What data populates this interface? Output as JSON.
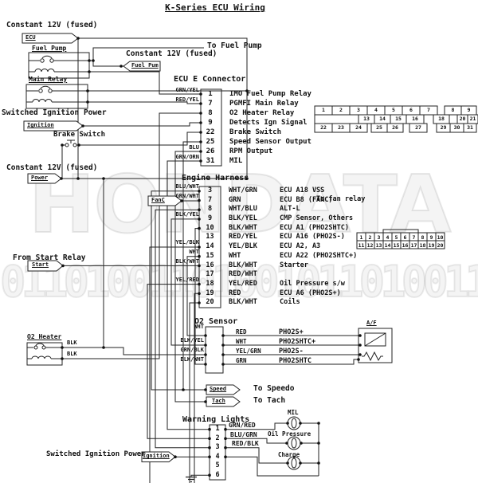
{
  "title": "K-Series ECU Wiring",
  "watermark": {
    "text": "HONDATA",
    "code": "0110100110100101101001101001"
  },
  "labels": {
    "constant12v": "Constant 12V (fused)",
    "switched_ignition": "Switched Ignition Power",
    "from_start_relay": "From Start Relay",
    "brake_switch": "Brake Switch",
    "to_fuel_pump": "To Fuel Pump",
    "to_fan_relay": "To fan relay",
    "to_speedo": "To Speedo",
    "to_tach": "To Tach",
    "fuel_pump_relay": "Fuel Pump",
    "main_relay": "Main Relay",
    "o2_heater_relay": "O2 Heater",
    "blk": "BLK",
    "af_sensor": "A/F",
    "mil_lamp": "MIL",
    "oil_pressure_lamp": "Oil Pressure",
    "charge_lamp": "Charge"
  },
  "tags": {
    "ecu": "ECU",
    "fuel_pump": "Fuel Pum",
    "ignition": "Ignition",
    "power": "Power",
    "start": "Start",
    "fanc": "FanC",
    "speed": "Speed",
    "tach": "Tach",
    "ignition2": "Ignition"
  },
  "sections": {
    "ecu_e": {
      "header": "ECU E Connector",
      "pins": [
        {
          "num": "1",
          "wire": "GRN/YEL",
          "label": "IMO Fuel Pump Relay"
        },
        {
          "num": "7",
          "wire": "RED/YEL",
          "label": "PGMFI Main Relay"
        },
        {
          "num": "8",
          "wire": "",
          "label": "O2 Heater Relay"
        },
        {
          "num": "9",
          "wire": "",
          "label": "Detects Ign Signal"
        },
        {
          "num": "22",
          "wire": "",
          "label": "Brake Switch"
        },
        {
          "num": "25",
          "wire": "",
          "label": "Speed Sensor Output"
        },
        {
          "num": "26",
          "wire": "BLU",
          "label": "RPM Output"
        },
        {
          "num": "31",
          "wire": "GRN/ORN",
          "label": "MIL"
        }
      ]
    },
    "engine": {
      "header": "Engine Harness",
      "pins": [
        {
          "num": "3",
          "left": "BLU/WHT",
          "wire": "WHT/GRN",
          "label": "ECU A18 VSS"
        },
        {
          "num": "7",
          "left": "GRN/WHT",
          "wire": "GRN",
          "label": "ECU B8 (FANC)"
        },
        {
          "num": "8",
          "left": "",
          "wire": "WHT/BLU",
          "label": "ALT-L"
        },
        {
          "num": "9",
          "left": "BLK/YEL",
          "wire": "BLK/YEL",
          "label": "CMP Sensor, Others"
        },
        {
          "num": "10",
          "left": "",
          "wire": "BLK/WHT",
          "label": "ECU A1 (PHO2SHTC)"
        },
        {
          "num": "13",
          "left": "",
          "wire": "RED/YEL",
          "label": "ECU A16 (PHO2S-)"
        },
        {
          "num": "14",
          "left": "YEL/BLK",
          "wire": "YEL/BLK",
          "label": "ECU A2, A3"
        },
        {
          "num": "15",
          "left": "WHT",
          "wire": "WHT",
          "label": "ECU A22 (PHO2SHTC+)"
        },
        {
          "num": "16",
          "left": "BLK/WHT",
          "wire": "BLK/WHT",
          "label": "Starter"
        },
        {
          "num": "17",
          "left": "",
          "wire": "RED/WHT",
          "label": ""
        },
        {
          "num": "18",
          "left": "YEL/RED",
          "wire": "YEL/RED",
          "label": "Oil Pressure s/w"
        },
        {
          "num": "19",
          "left": "",
          "wire": "RED",
          "label": "ECU A6 (PHO2S+)"
        },
        {
          "num": "20",
          "left": "",
          "wire": "BLK/WHT",
          "label": "Coils"
        }
      ]
    },
    "o2": {
      "header": "O2 Sensor",
      "left_wires": [
        "WHT",
        "BLK/YEL",
        "GRN/BLK",
        "BLK/WHT"
      ],
      "rows": [
        {
          "wire": "RED",
          "label": "PHO2S+"
        },
        {
          "wire": "WHT",
          "label": "PHO2SHTC+"
        },
        {
          "wire": "YEL/GRN",
          "label": "PHO2S-"
        },
        {
          "wire": "GRN",
          "label": "PHO2SHTC"
        }
      ]
    },
    "warning": {
      "header": "Warning Lights",
      "pins": [
        "1",
        "2",
        "3",
        "4",
        "5",
        "6"
      ],
      "wires": [
        "GRN/RED",
        "BLU/GRN",
        "RED/BLK"
      ]
    }
  },
  "grids": {
    "e": {
      "r1": [
        "1",
        "2",
        "3",
        "4",
        "5",
        "6",
        "7",
        "8",
        "9"
      ],
      "r2": [
        "13",
        "14",
        "15",
        "16",
        "18",
        "20",
        "21"
      ],
      "r3": [
        "22",
        "23",
        "24",
        "25",
        "26",
        "27",
        "29",
        "30",
        "31"
      ]
    },
    "engine": {
      "row1": [
        "1",
        "2",
        "3",
        "4",
        "5",
        "6",
        "7",
        "8",
        "9",
        "10"
      ],
      "row2": [
        "11",
        "12",
        "13",
        "14",
        "15",
        "16",
        "17",
        "18",
        "19",
        "20"
      ]
    }
  }
}
